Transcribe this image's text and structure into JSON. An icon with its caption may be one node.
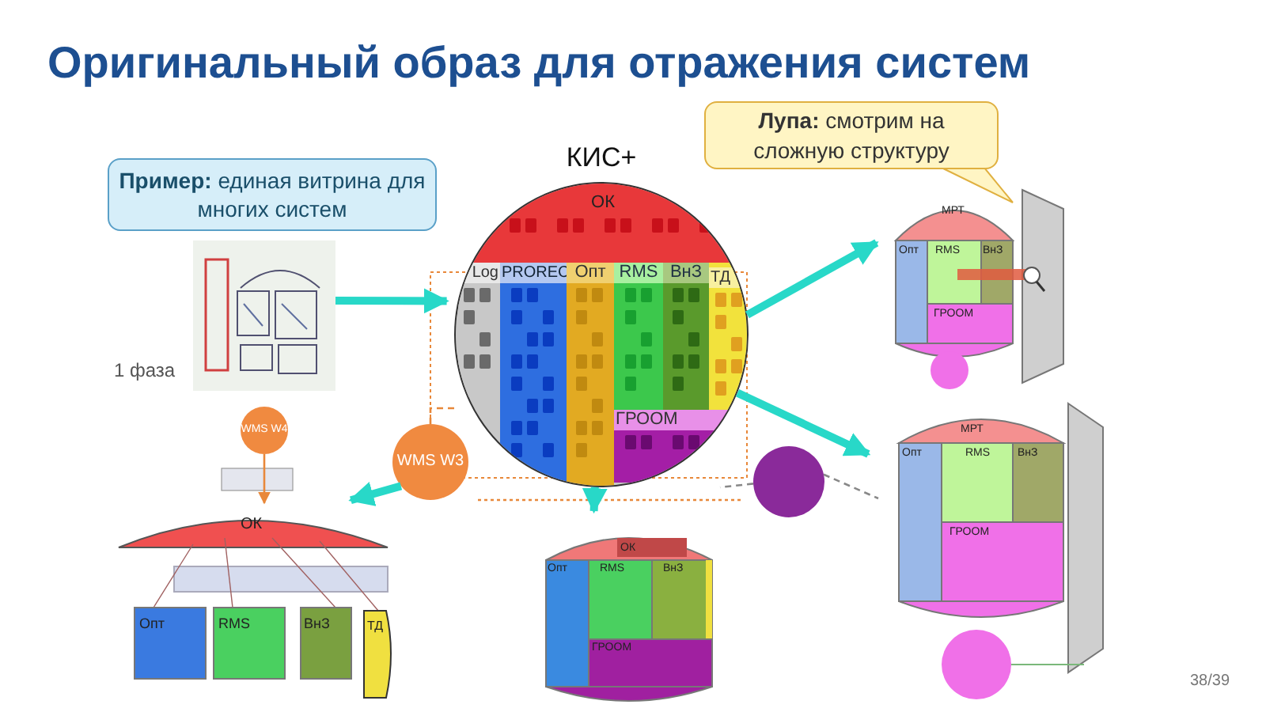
{
  "diagram": {
    "title": "Оригинальный образ для отражения систем",
    "nodes": [
      {
        "text": [
          "**Пример:** единая витрина для многих систем"
        ]
      },
      {
        "text": [
          "**Лупа:** смотрим на сложную структуру"
        ]
      },
      {
        "text": [],
        "shape": "picture"
      },
      {
        "text": [
          "КИС+"
        ]
      },
      {
        "text": [
          "ОК"
        ],
        "in": 3
      },
      {
        "text": [
          "Log"
        ],
        "in": 3
      },
      {
        "text": [
          "PROREC"
        ],
        "in": 3
      },
      {
        "text": [
          "Опт"
        ],
        "in": 3
      },
      {
        "text": [
          "RMS"
        ],
        "in": 3
      },
      {
        "text": [
          "ВнЗ"
        ],
        "in": 3
      },
      {
        "text": [
          "ТД"
        ],
        "in": 3
      },
      {
        "text": [
          "ГРООМ"
        ],
        "in": 3
      },
      {
        "text": [
          "WMS W3"
        ]
      },
      {
        "text": [],
        "shape": "circle"
      },
      {
        "text": [],
        "shape": "picture"
      },
      {
        "text": [
          "WMS W4"
        ]
      },
      {
        "text": [],
        "shape": "picture"
      },
      {
        "text": [],
        "shape": "picture"
      },
      {
        "text": [],
        "shape": "picture"
      }
    ],
    "edges": [
      {
        "from": 2,
        "to": 3,
        "arrow": "to"
      },
      {
        "from": 3,
        "to": 14,
        "arrow": "to"
      },
      {
        "from": 3,
        "to": 18,
        "arrow": "to"
      },
      {
        "from": 3,
        "to": 17,
        "arrow": "to"
      },
      {
        "from": 12,
        "to": 16,
        "arrow": "to"
      },
      {
        "from": 12,
        "to": 3,
        "arrow": "none",
        "style": "dashed",
        "color": "#e8883a"
      },
      {
        "from": 13,
        "to": 3,
        "arrow": "none",
        "style": "dashed",
        "color": "#888888"
      },
      {
        "from": 13,
        "to": 18,
        "arrow": "none",
        "style": "dashed",
        "color": "#888888"
      },
      {
        "from": 15,
        "to": 16,
        "arrow": "to",
        "color": "#e8883a"
      }
    ],
    "labels": [
      "МРТ",
      "Опт",
      "RMS",
      "ВнЗ",
      "ГРООМ",
      "1 фаза",
      "МРТ",
      "Опт",
      "RMS",
      "ВнЗ",
      "ОК",
      "ОК",
      "Опт",
      "RMS",
      "ВнЗ",
      "ГРООМ",
      "Опт",
      "RMS",
      "ВнЗ",
      "ТД",
      "ГРООМ",
      "38/39"
    ]
  }
}
